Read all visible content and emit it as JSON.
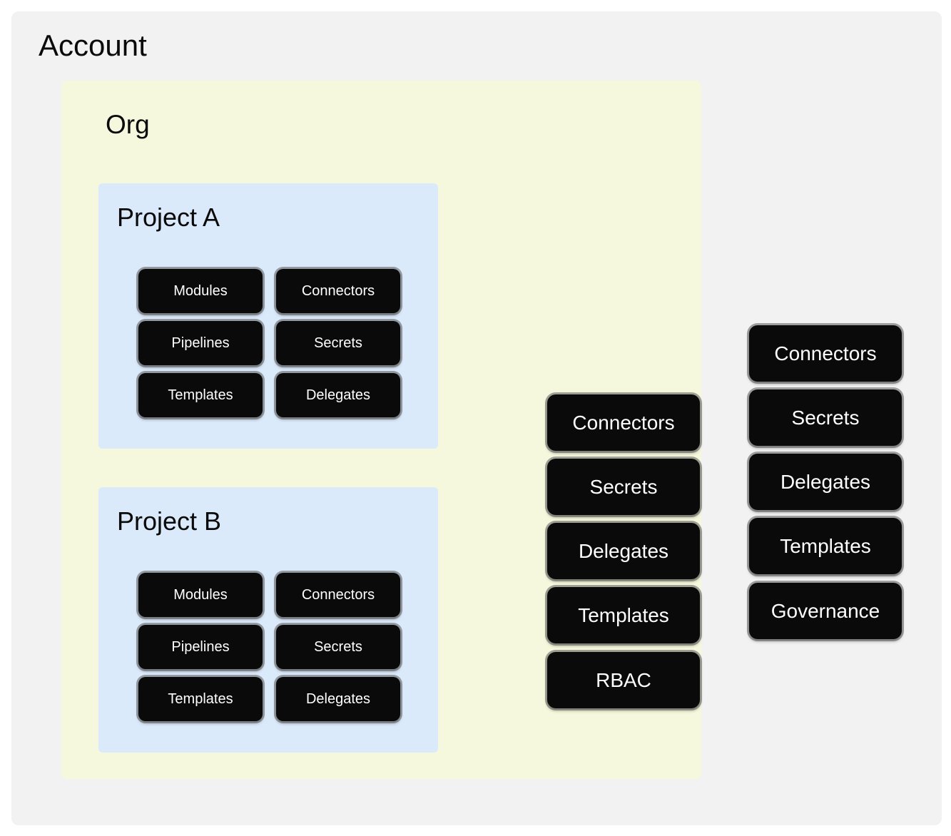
{
  "diagram": {
    "title": "Account",
    "colors": {
      "page_background": "#ffffff",
      "account_panel": "#f2f2f2",
      "org_panel": "#f5f8dc",
      "project_panel": "#dbeafb",
      "chip_fill": "#0a0a0a",
      "chip_text": "#ffffff",
      "chip_outline": "#5a5a5a"
    },
    "account": {
      "label": "Account",
      "resources": [
        {
          "label": "Connectors"
        },
        {
          "label": "Secrets"
        },
        {
          "label": "Delegates"
        },
        {
          "label": "Templates"
        },
        {
          "label": "Governance"
        }
      ]
    },
    "org": {
      "label": "Org",
      "resources": [
        {
          "label": "Connectors"
        },
        {
          "label": "Secrets"
        },
        {
          "label": "Delegates"
        },
        {
          "label": "Templates"
        },
        {
          "label": "RBAC"
        }
      ]
    },
    "projects": [
      {
        "label": "Project A",
        "resources_left": [
          {
            "label": "Modules"
          },
          {
            "label": "Pipelines"
          },
          {
            "label": "Templates"
          }
        ],
        "resources_right": [
          {
            "label": "Connectors"
          },
          {
            "label": "Secrets"
          },
          {
            "label": "Delegates"
          }
        ]
      },
      {
        "label": "Project B",
        "resources_left": [
          {
            "label": "Modules"
          },
          {
            "label": "Pipelines"
          },
          {
            "label": "Templates"
          }
        ],
        "resources_right": [
          {
            "label": "Connectors"
          },
          {
            "label": "Secrets"
          },
          {
            "label": "Delegates"
          }
        ]
      }
    ]
  }
}
